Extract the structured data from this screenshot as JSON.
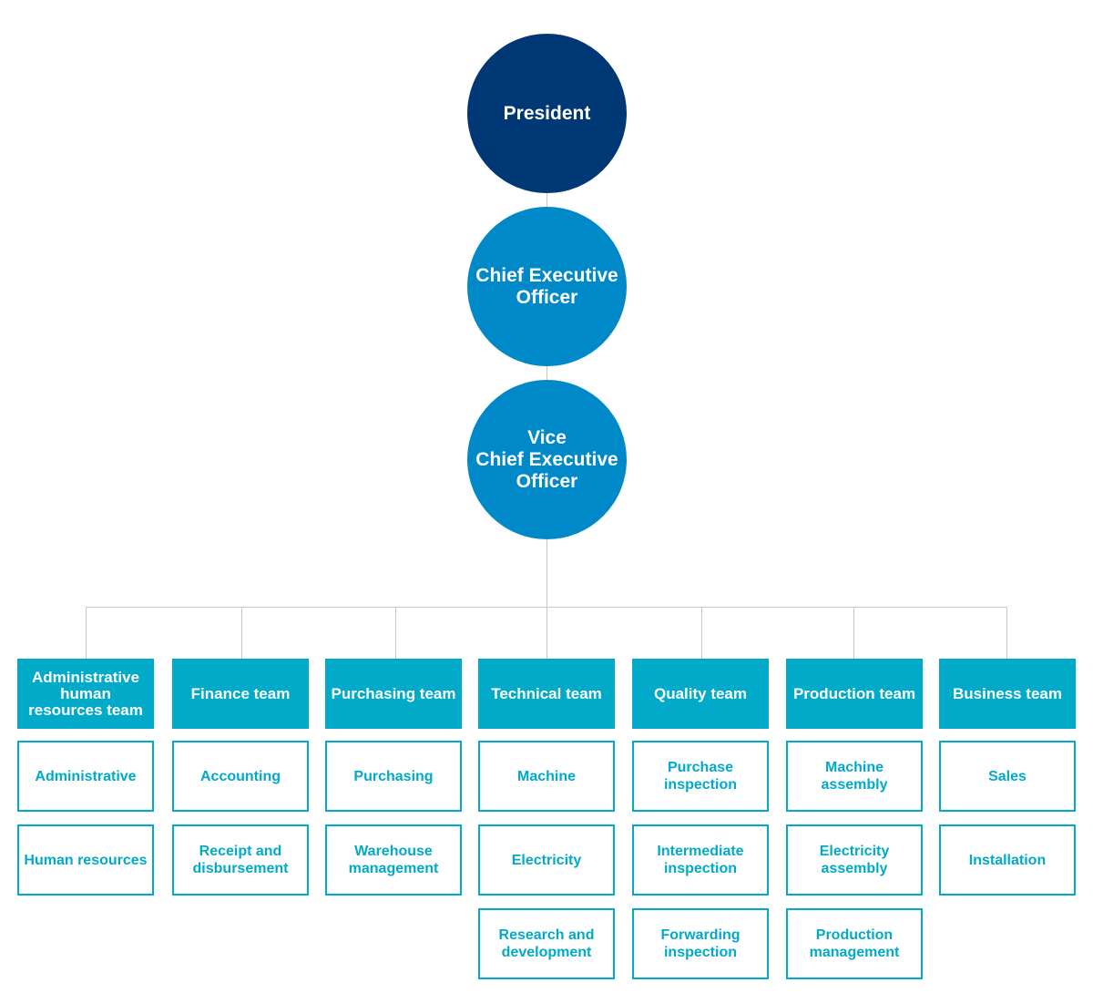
{
  "executives": {
    "president": "President",
    "ceo": "Chief Executive\nOfficer",
    "vice_ceo": "Vice\nChief Executive\nOfficer"
  },
  "teams": [
    {
      "name": "Administrative\nhuman\nresources team",
      "units": [
        "Administrative",
        "Human resources"
      ]
    },
    {
      "name": "Finance team",
      "units": [
        "Accounting",
        "Receipt and\ndisbursement"
      ]
    },
    {
      "name": "Purchasing team",
      "units": [
        "Purchasing",
        "Warehouse\nmanagement"
      ]
    },
    {
      "name": "Technical team",
      "units": [
        "Machine",
        "Electricity",
        "Research and\ndevelopment"
      ]
    },
    {
      "name": "Quality team",
      "units": [
        "Purchase\ninspection",
        "Intermediate\ninspection",
        "Forwarding\ninspection"
      ]
    },
    {
      "name": "Production team",
      "units": [
        "Machine\nassembly",
        "Electricity\nassembly",
        "Production\nmanagement"
      ]
    },
    {
      "name": "Business team",
      "units": [
        "Sales",
        "Installation"
      ]
    }
  ],
  "colors": {
    "president": "#003876",
    "executive": "#0089c8",
    "team": "#00aac8",
    "connector": "#c8c8c8"
  }
}
